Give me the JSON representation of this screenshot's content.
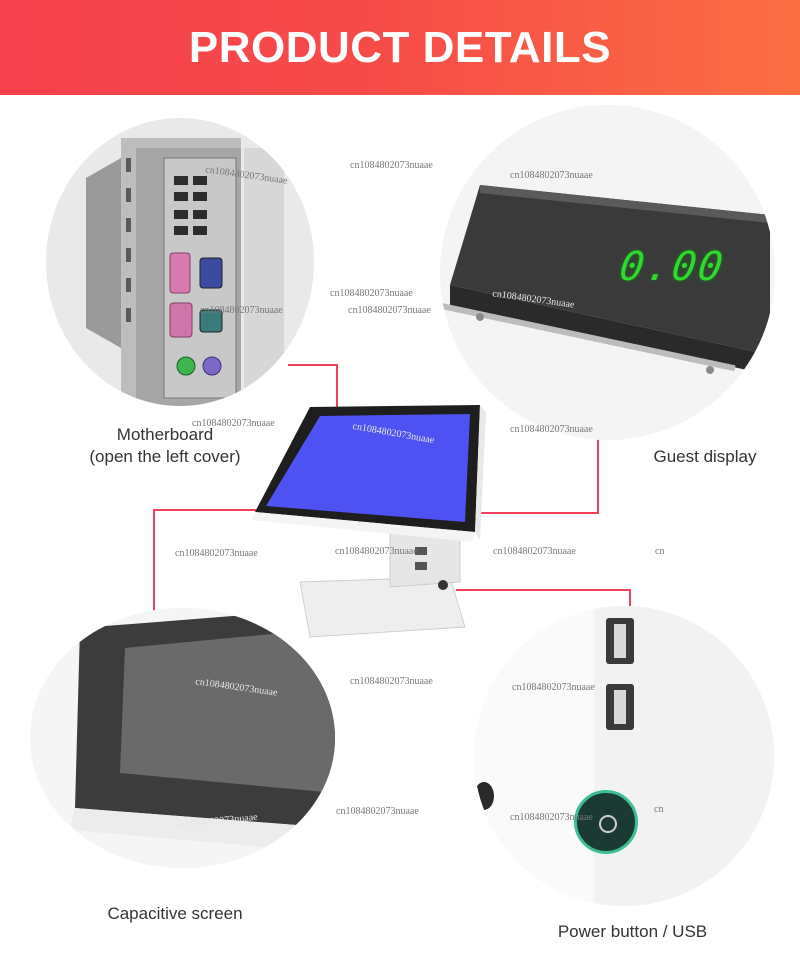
{
  "header": {
    "title": "PRODUCT DETAILS"
  },
  "colors": {
    "accent": "#f0405a",
    "banner_start": "#f5404d",
    "banner_end": "#fb6e43"
  },
  "features": [
    {
      "label": "Motherboard",
      "sublabel": "(open the left cover)",
      "icon": "motherboard-ports"
    },
    {
      "label": "Guest display",
      "icon": "customer-display",
      "display_value": "0.00"
    },
    {
      "label": "Capacitive screen",
      "icon": "touch-screen"
    },
    {
      "label": "Power button / USB",
      "icon": "power-usb"
    }
  ],
  "watermark": {
    "text": "cn1084802073nuaae",
    "fragment": "cn"
  }
}
